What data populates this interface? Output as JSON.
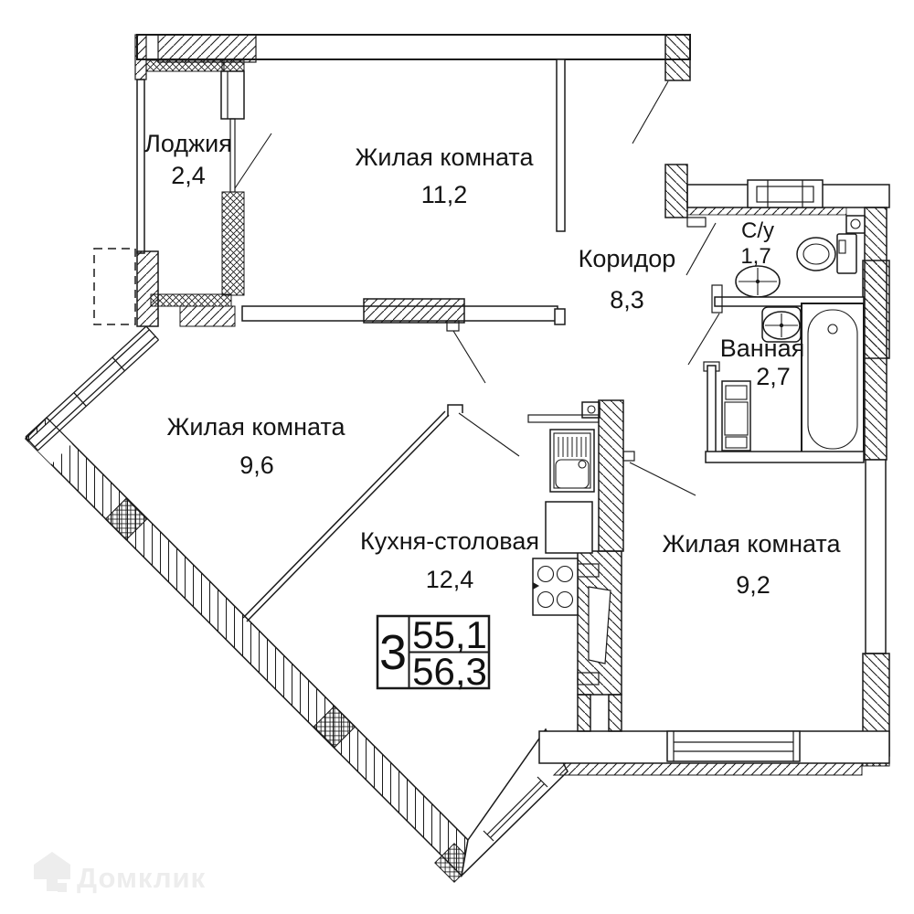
{
  "rooms": [
    {
      "name": "Лоджия",
      "area": "2,4"
    },
    {
      "name": "Жилая комната",
      "area": "11,2"
    },
    {
      "name": "Коридор",
      "area": "8,3"
    },
    {
      "name": "С/у",
      "area": "1,7"
    },
    {
      "name": "Ванная",
      "area": "2,7"
    },
    {
      "name": "Жилая комната",
      "area": "9,6"
    },
    {
      "name": "Кухня-столовая",
      "area": "12,4"
    },
    {
      "name": "Жилая комната",
      "area": "9,2"
    }
  ],
  "summary": {
    "rooms_count": "3",
    "area_top": "55,1",
    "area_bottom": "56,3"
  },
  "watermark": {
    "text": "Домклик"
  },
  "fixtures": [
    "bathtub",
    "bath-sink",
    "wc-sink",
    "toilet",
    "washing-machine",
    "kitchen-sink",
    "stove",
    "counter",
    "vent-grille",
    "door-leaf"
  ],
  "colors": {
    "line": "#1a1a1a",
    "background": "#ffffff",
    "watermark": "#ededed"
  }
}
